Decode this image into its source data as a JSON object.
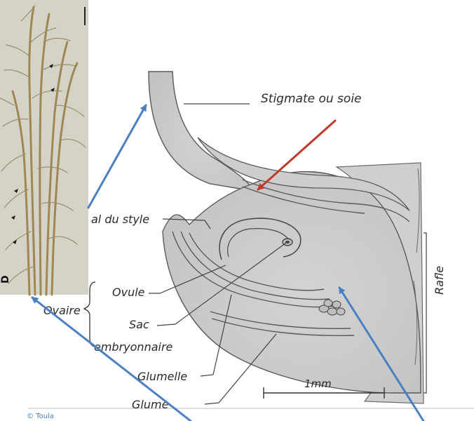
{
  "figure": {
    "label_stigmate": "Stigmate ou soie",
    "label_canal": "al du style",
    "label_ovule": "Ovule",
    "label_ovaire": "Ovaire",
    "label_sac": "Sac",
    "label_embryonnaire": "embryonnaire",
    "label_glumelle": "Glumelle",
    "label_glume": "Glume",
    "label_rafle": "Rafle",
    "scale_label": "1mm",
    "photo_panel_letter": "D",
    "credit": "© Toula"
  },
  "colors": {
    "tissue_fill": "#d9d9d9",
    "tissue_dark": "#c8c8c8",
    "photo_bg": "#d7d5cc",
    "silk_strand": "#a58a55",
    "arrow_blue": "#4a7fc1",
    "arrow_red": "#c0392b"
  }
}
